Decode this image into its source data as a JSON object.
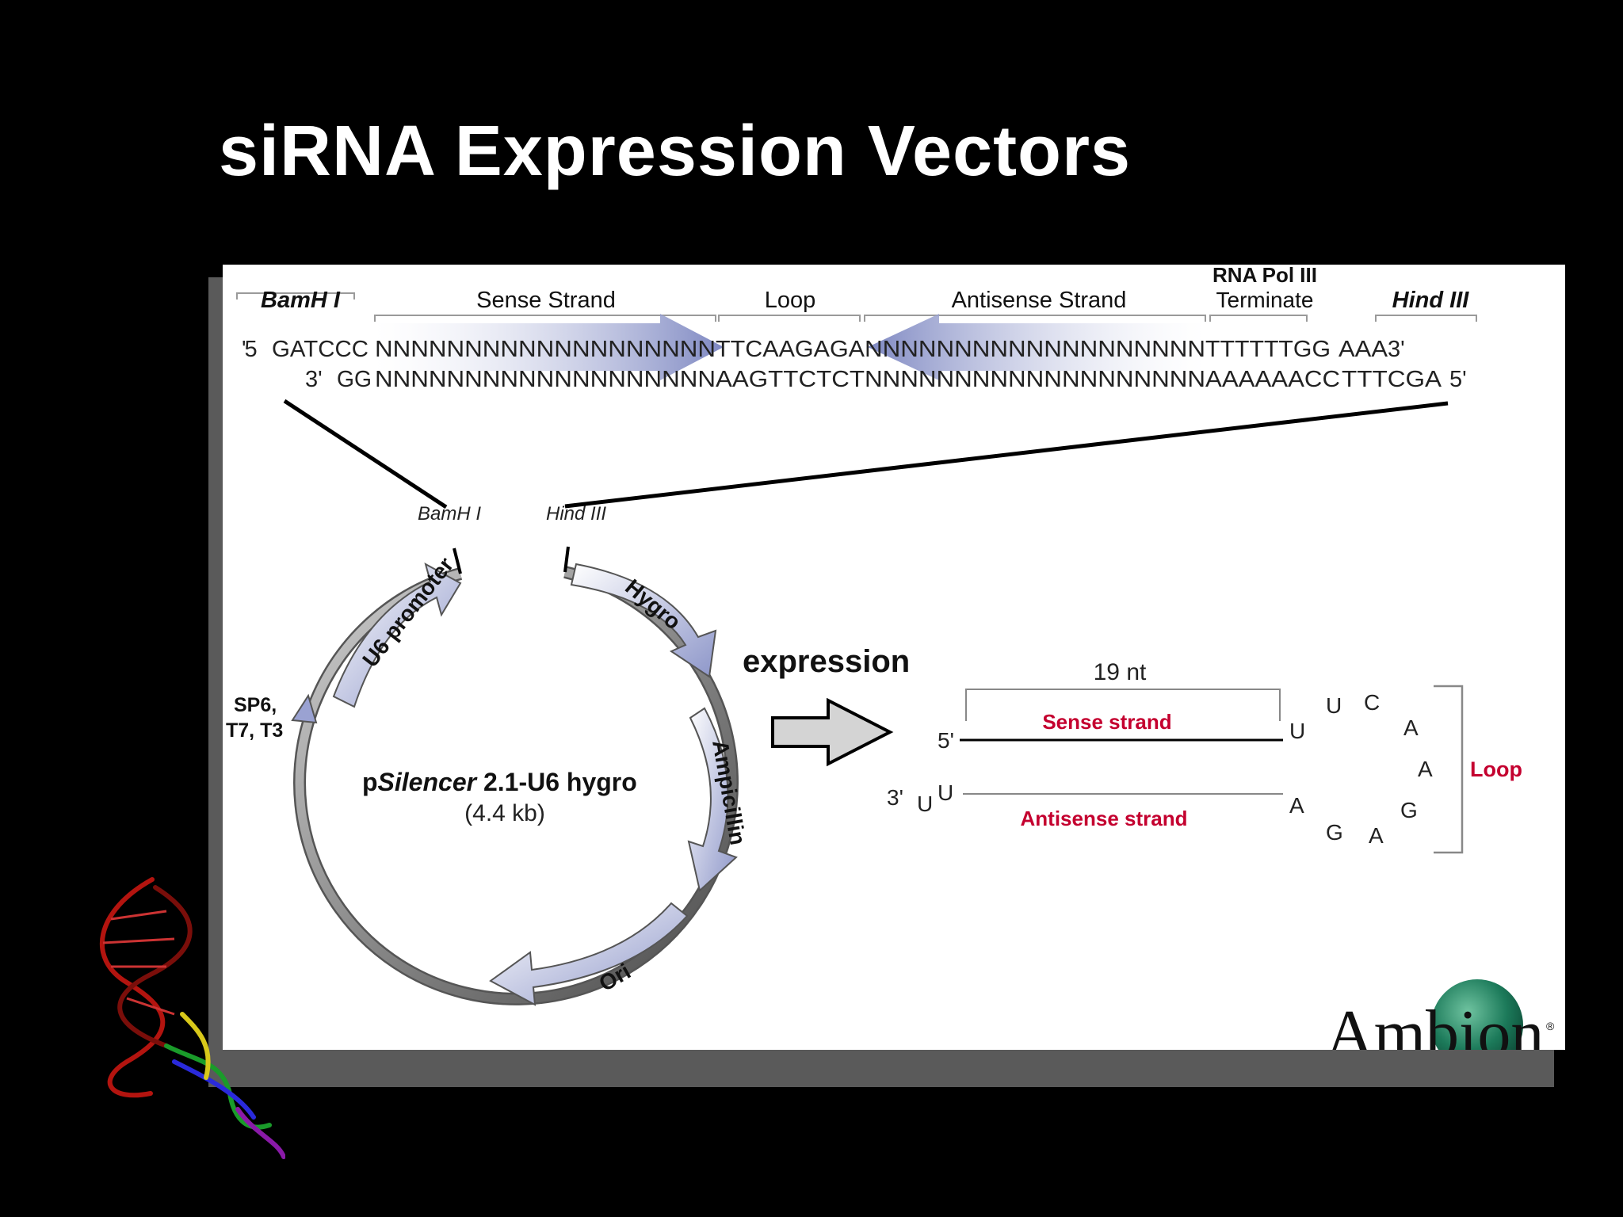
{
  "slide": {
    "title": "siRNA Expression Vectors"
  },
  "insert": {
    "headers": {
      "bamh1": "BamH I",
      "sense": "Sense Strand",
      "loop": "Loop",
      "antisense": "Antisense Strand",
      "rna_pol_1": "RNA Pol III",
      "rna_pol_2": "Terminate",
      "hind3": "Hind III"
    },
    "top_strand": {
      "end5": "5'",
      "bamh1": "GATCCC",
      "sense": "NNNNNNNNNNNNNNNNNNN",
      "loop": "TTCAAGAGA",
      "antisense": "NNNNNNNNNNNNNNNNNNN",
      "term": "TTTTTTGG",
      "hind3": "AAA",
      "end3": "3'"
    },
    "bottom_strand": {
      "end3": "3'",
      "bamh1": "GG",
      "sense": "NNNNNNNNNNNNNNNNNNN",
      "loop": "AAGTTCTCT",
      "antisense": "NNNNNNNNNNNNNNNNNNN",
      "term": "AAAAAACC",
      "hind3": "TTTCGA",
      "end5": "5'"
    }
  },
  "plasmid": {
    "name_prefix": "p",
    "name_italic": "Silencer",
    "name_suffix": " 2.1-U6 hygro",
    "size": "(4.4 kb)",
    "site_bamh1": "BamH I",
    "site_hind3": "Hind III",
    "promoters": {
      "line1": "SP6,",
      "line2": "T7, T3"
    },
    "features": {
      "u6": "U6 promoter",
      "hygro": "Hygro",
      "ampicillin": "Ampicillin",
      "ori": "Ori"
    }
  },
  "expression": {
    "label": "expression"
  },
  "hairpin": {
    "length_label": "19 nt",
    "sense_label": "Sense strand",
    "antisense_label": "Antisense strand",
    "end5": "5'",
    "end3": "3'",
    "overhang": [
      "U",
      "U"
    ],
    "loop_label": "Loop",
    "loop_bases": [
      "U",
      "U",
      "C",
      "A",
      "A",
      "G",
      "A",
      "G",
      "A"
    ]
  },
  "logo": {
    "text": "Ambion",
    "mark": "®"
  },
  "colors": {
    "background": "#000000",
    "panel": "#ffffff",
    "arrow": "#8a93c8",
    "strand_label": "#c4002f",
    "logo_green": "#1c7a5a"
  }
}
